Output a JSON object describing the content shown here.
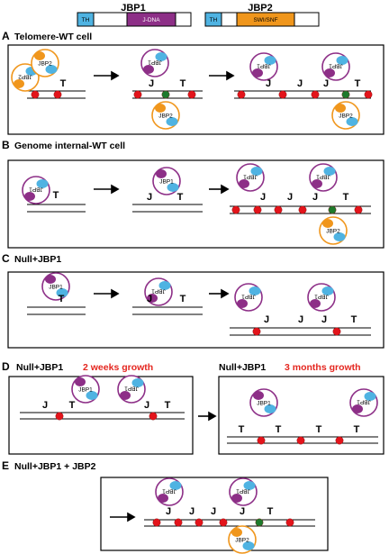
{
  "header": {
    "jbp1": {
      "name": "JBP1",
      "domains": [
        "TH",
        "J-DNA"
      ]
    },
    "jbp2": {
      "name": "JBP2",
      "domains": [
        "TH",
        "SWI/SNF"
      ]
    }
  },
  "panels": {
    "A": {
      "letter": "A",
      "title": "Telomere-WT cell"
    },
    "B": {
      "letter": "B",
      "title": "Genome internal-WT cell"
    },
    "C": {
      "letter": "C",
      "title": "Null+JBP1"
    },
    "D": {
      "letter": "D",
      "title_left": "Null+JBP1",
      "growth_left": "2 weeks growth",
      "title_right": "Null+JBP1",
      "growth_right": "3 months growth"
    },
    "E": {
      "letter": "E",
      "title": "Null+JBP1 + JBP2"
    }
  },
  "labels": {
    "jbp1": "JBP1",
    "jbp2": "JBP2",
    "base_t": "T",
    "base_j": "J"
  },
  "colors": {
    "purple": "#8d2f87",
    "orange": "#f0961c",
    "blue": "#4fb3e2",
    "red": "#e3141b",
    "green": "#1d7a2c",
    "red_text": "#e4261f"
  }
}
